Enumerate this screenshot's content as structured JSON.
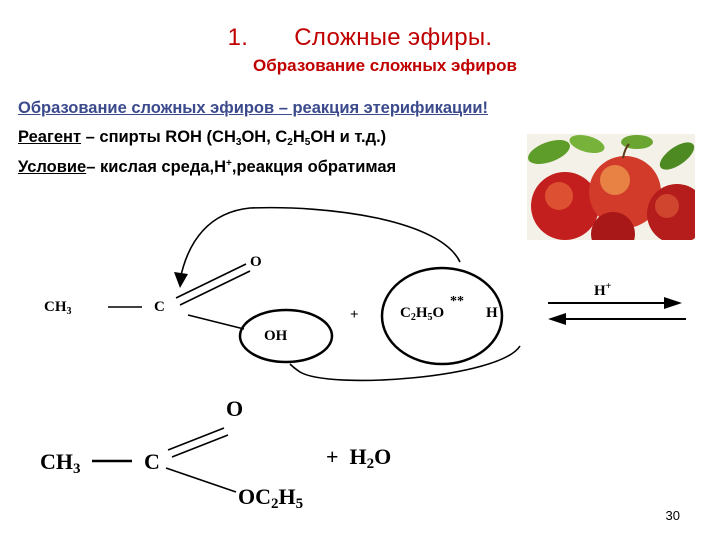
{
  "slide": {
    "number_label": "1.",
    "title": "Сложные эфиры.",
    "subtitle": "Образование сложных эфиров",
    "page_number": "30"
  },
  "lines": {
    "line1": "Образование сложных эфиров – реакция этерификации!",
    "reagent_label": "Реагент",
    "reagent_text": " – спирты ROH (CH",
    "reagent_oh1": "OH, C",
    "reagent_h": "H",
    "reagent_oh2": "OH и т.д.)",
    "sub3": "3",
    "sub2": "2",
    "sub5": "5",
    "condition_label": "Условие",
    "condition_text": "– кислая среда,H",
    "condition_plus": "+",
    "condition_tail": ",реакция обратимая"
  },
  "reaction1": {
    "ch3": "CH",
    "c": "C",
    "o": "O",
    "oh": "OH",
    "plus": "+",
    "c2h5o_c": "C",
    "c2h5o_h": "H",
    "c2h5o_o": "O",
    "stars": "**",
    "h": "H",
    "catalyst_h": "H",
    "catalyst_plus": "+",
    "sub3": "3",
    "sub2": "2",
    "sub5": "5"
  },
  "reaction2": {
    "ch3": "CH",
    "c": "C",
    "o_top": "O",
    "o_bottom": "O",
    "c2h5_c": "C",
    "c2h5_h": "H",
    "plus_h2o": "+  H",
    "h2o_o": "O",
    "sub3": "3",
    "sub2": "2",
    "sub5": "5"
  },
  "colors": {
    "title": "#c00000",
    "line1": "#3b4a8c",
    "apple_red": "#c41f1f",
    "leaf_green": "#5f9d2a"
  }
}
